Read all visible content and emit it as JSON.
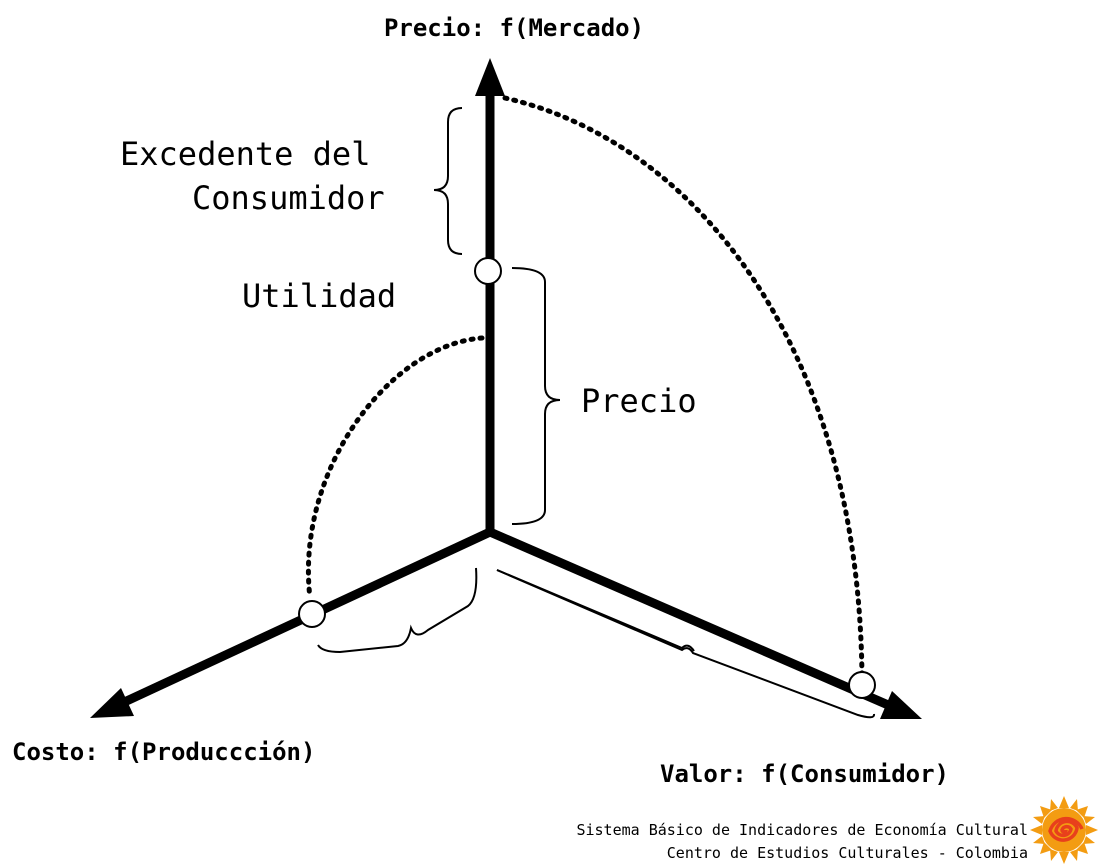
{
  "diagram": {
    "axes": {
      "vertical_label": "Precio: f(Mercado)",
      "left_label": "Costo: f(Produccción)",
      "right_label": "Valor: f(Consumidor)"
    },
    "annotations": {
      "excedente_line1": "Excedente del",
      "excedente_line2": "Consumidor",
      "utilidad": "Utilidad",
      "precio": "Precio"
    },
    "footer": {
      "line1": "Sistema Básico de Indicadores de Economía Cultural",
      "line2": "Centro de Estudios Culturales - Colombia"
    },
    "logo_icon": "sun-spiral-logo-icon",
    "colors": {
      "ink": "#000000",
      "background": "#ffffff",
      "logo_orange": "#f39c12",
      "logo_red": "#e8401c"
    }
  }
}
